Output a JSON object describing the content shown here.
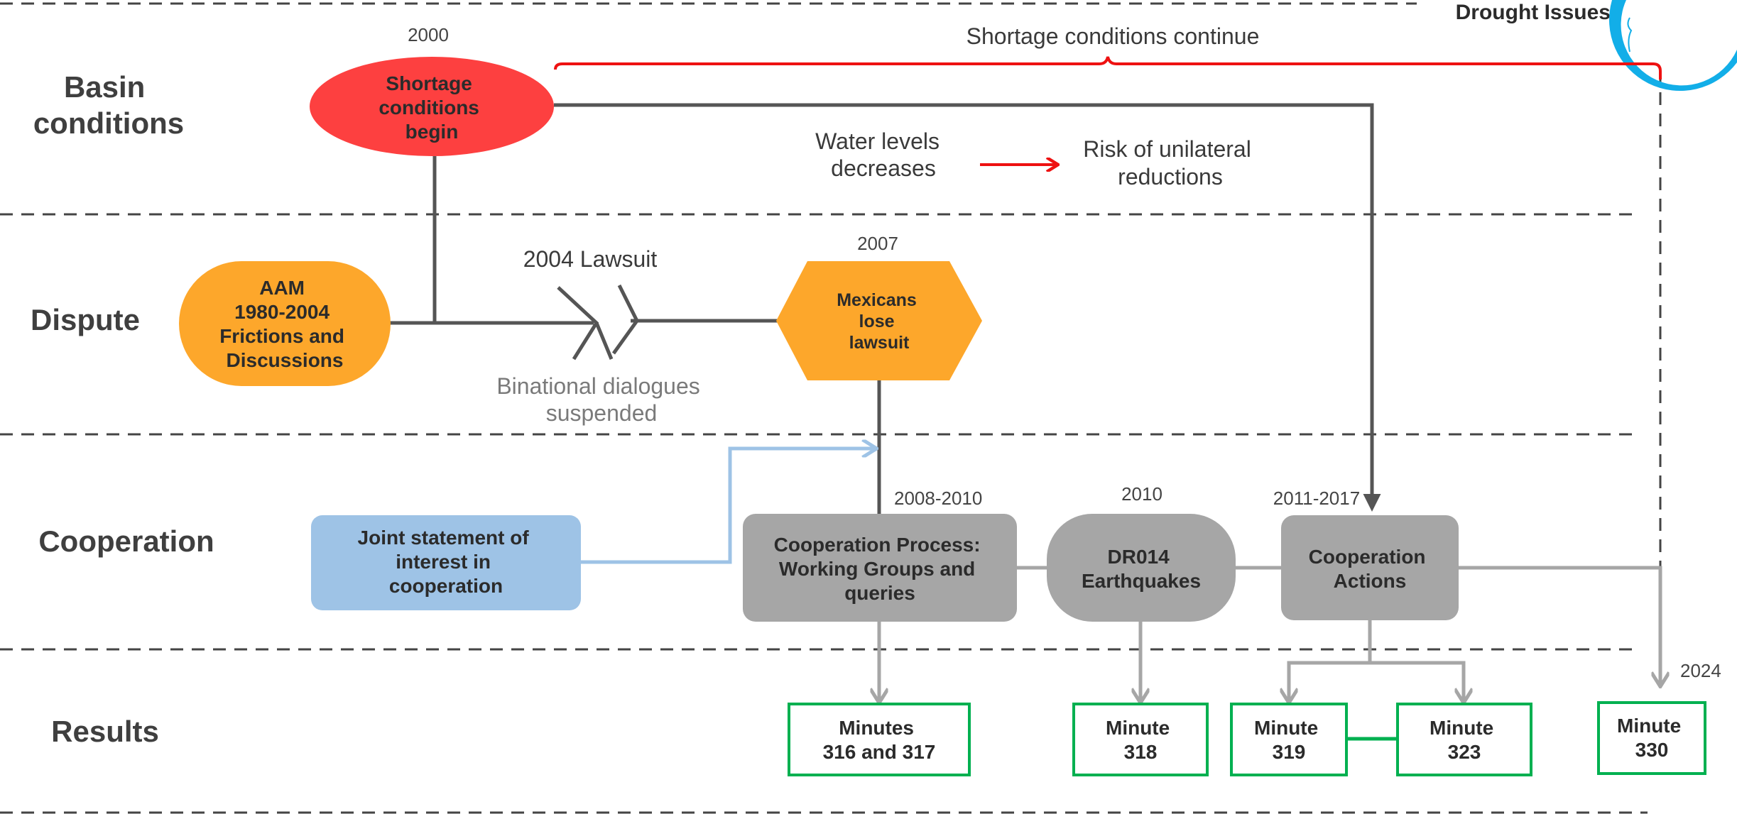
{
  "header": {
    "title": "Drought Issues"
  },
  "rows": {
    "basin": [
      "Basin",
      "conditions"
    ],
    "dispute": [
      "Dispute"
    ],
    "cooperation": [
      "Cooperation"
    ],
    "results": [
      "Results"
    ]
  },
  "nodes": {
    "shortage_begin": [
      "Shortage",
      "conditions",
      "begin"
    ],
    "aam": [
      "AAM",
      "1980-2004",
      "Frictions and",
      "Discussions"
    ],
    "lose_lawsuit": [
      "Mexicans",
      "lose",
      "lawsuit"
    ],
    "joint_statement": [
      "Joint statement of",
      "interest in",
      "cooperation"
    ],
    "coop_process": [
      "Cooperation Process:",
      "Working Groups and",
      "queries"
    ],
    "dr014": [
      "DR014",
      "Earthquakes"
    ],
    "coop_actions": [
      "Cooperation",
      "Actions"
    ],
    "minutes_316": [
      "Minutes",
      "316 and 317"
    ],
    "minute_318": [
      "Minute",
      "318"
    ],
    "minute_319": [
      "Minute",
      "319"
    ],
    "minute_323": [
      "Minute",
      "323"
    ],
    "minute_330": [
      "Minute",
      "330"
    ]
  },
  "years": {
    "y2000": "2000",
    "y2007": "2007",
    "y2008": "2008-2010",
    "y2010": "2010",
    "y2011": "2011-2017",
    "y2024": "2024"
  },
  "notes": {
    "shortage_continue": "Shortage conditions continue",
    "water_levels": [
      "Water levels",
      "decreases"
    ],
    "risk": [
      "Risk of unilateral",
      "reductions"
    ],
    "lawsuit_2004": "2004 Lawsuit",
    "dialogues": [
      "Binational dialogues",
      "suspended"
    ]
  },
  "colors": {
    "red": "#fd4040",
    "orange": "#fda72b",
    "blue": "#9ec3e6",
    "gray": "#a6a6a6",
    "green": "#00b050",
    "line_dark": "#555555",
    "line_gray": "#a6a6a6",
    "accent_cyan": "#12aee8"
  }
}
